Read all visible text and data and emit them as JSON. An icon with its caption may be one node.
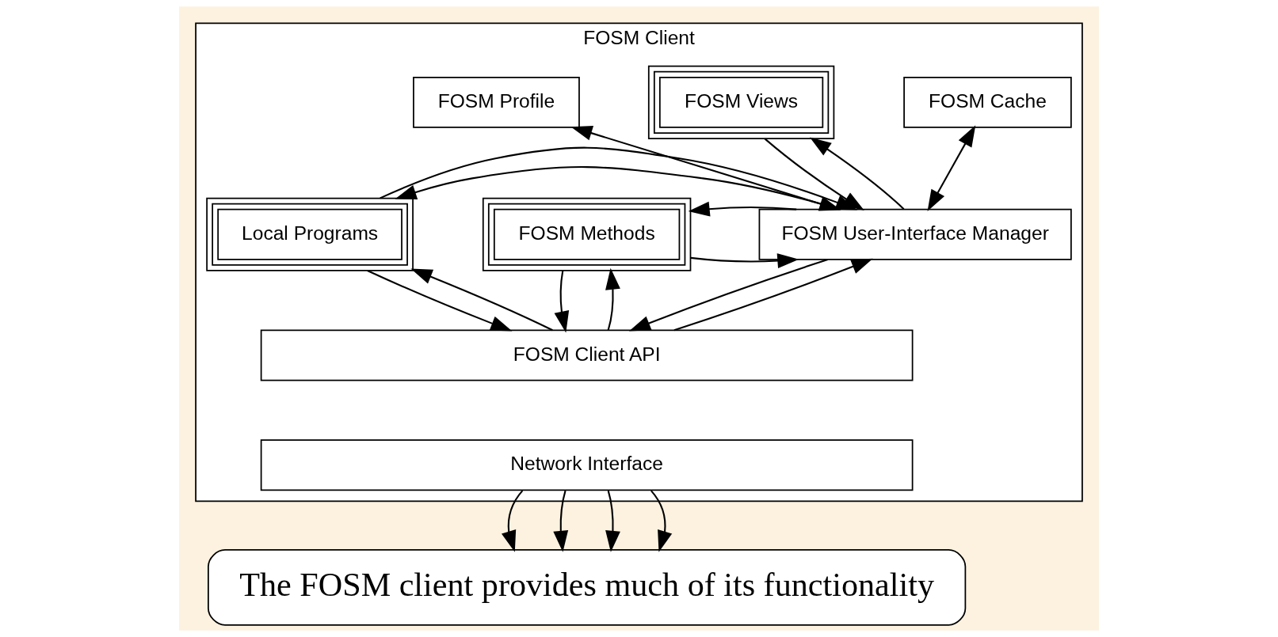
{
  "diagram": {
    "nodes": [
      {
        "text": [
          "FOSM Client"
        ]
      },
      {
        "text": [
          "FOSM Cache"
        ],
        "in": 0
      },
      {
        "text": [
          "FOSM Views"
        ],
        "in": 0
      },
      {
        "text": [
          "FOSM Profile"
        ],
        "in": 0
      },
      {
        "text": [
          "FOSM Methods"
        ],
        "in": 0
      },
      {
        "text": [
          "FOSM User-Interface Manager"
        ],
        "in": 0
      },
      {
        "text": [
          "Local Programs"
        ],
        "in": 0
      },
      {
        "text": [
          "FOSM Client API"
        ],
        "in": 0
      },
      {
        "text": [
          "Network Interface"
        ],
        "in": 0
      },
      {
        "text": [
          "The FOSM client provides much of its functionality"
        ]
      }
    ],
    "edges": [
      {
        "from": 1,
        "to": 5,
        "arrow": "both"
      },
      {
        "from": 5,
        "to": 2,
        "arrow": "to"
      },
      {
        "from": 2,
        "to": 5,
        "arrow": "to"
      },
      {
        "from": 3,
        "to": 5,
        "arrow": "both"
      },
      {
        "from": 4,
        "to": 5,
        "arrow": "to"
      },
      {
        "from": 5,
        "to": 4,
        "arrow": "to"
      },
      {
        "from": 5,
        "to": 6,
        "arrow": "to"
      },
      {
        "from": 6,
        "to": 5,
        "arrow": "to"
      },
      {
        "from": 7,
        "to": 4,
        "arrow": "to"
      },
      {
        "from": 4,
        "to": 7,
        "arrow": "to"
      },
      {
        "from": 7,
        "to": 5,
        "arrow": "to"
      },
      {
        "from": 5,
        "to": 7,
        "arrow": "to"
      },
      {
        "from": 7,
        "to": 6,
        "arrow": "to"
      },
      {
        "from": 6,
        "to": 7,
        "arrow": "to"
      },
      {
        "from": 8,
        "to": 9,
        "arrow": "to"
      },
      {
        "from": 8,
        "to": 9,
        "arrow": "to"
      },
      {
        "from": 8,
        "to": 9,
        "arrow": "to"
      },
      {
        "from": 8,
        "to": 9,
        "arrow": "to"
      }
    ]
  }
}
